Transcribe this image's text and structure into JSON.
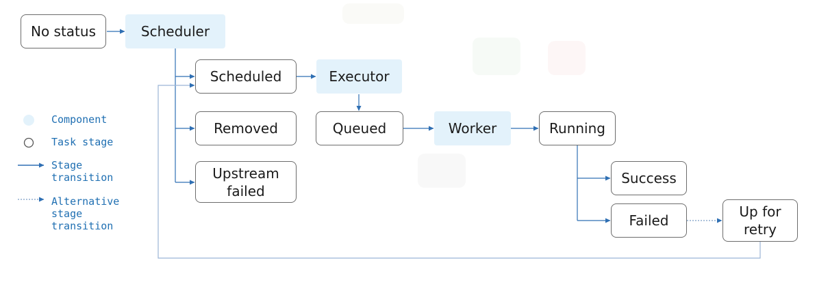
{
  "colors": {
    "connector": "#2f6fb3",
    "component_fill": "#e3f2fb",
    "stage_border": "#6b6b6b",
    "legend_text": "#1f6fb2"
  },
  "nodes": {
    "no_status": "No status",
    "scheduler": "Scheduler",
    "scheduled": "Scheduled",
    "executor": "Executor",
    "removed": "Removed",
    "queued": "Queued",
    "worker": "Worker",
    "running": "Running",
    "upstream_failed": "Upstream\nfailed",
    "success": "Success",
    "failed": "Failed",
    "up_for_retry": "Up for\nretry"
  },
  "legend": {
    "component": "Component",
    "task_stage": "Task stage",
    "stage_transition": "Stage\ntransition",
    "alternative_stage_transition": "Alternative\nstage\ntransition"
  }
}
